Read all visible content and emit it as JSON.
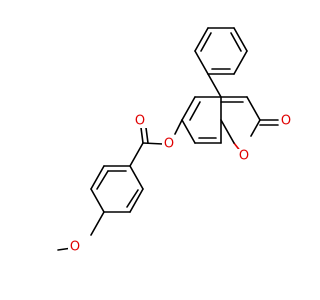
{
  "molecule": {
    "atoms": {
      "ester_carbonyl_o": {
        "label": "O",
        "color": "#e00000"
      },
      "ester_o": {
        "label": "O",
        "color": "#e00000"
      },
      "lactone_carbonyl_o": {
        "label": "O",
        "color": "#e00000"
      },
      "ring_o": {
        "label": "O",
        "color": "#e00000"
      },
      "methoxy_o": {
        "label": "O",
        "color": "#e00000"
      }
    }
  }
}
